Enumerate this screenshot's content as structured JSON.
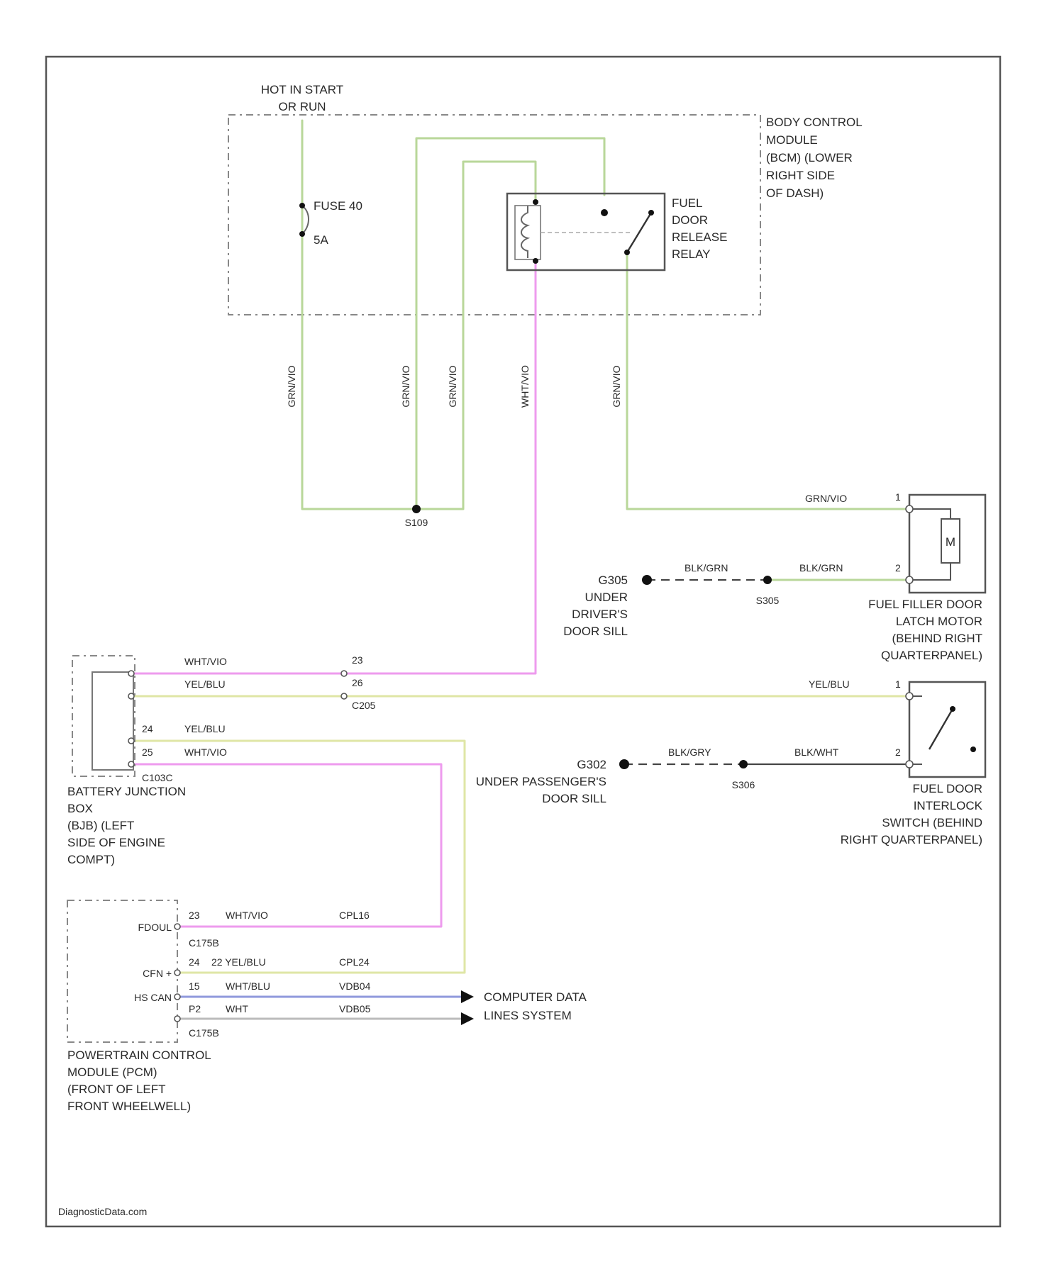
{
  "colors": {
    "green_wire": "#b9d79a",
    "pink_wire": "#ee9bee",
    "yellow_wire": "#dfe6a6",
    "blue_wire": "#8f99dc",
    "gray_wire": "#bbbbbb",
    "frame": "#555555"
  },
  "top": {
    "hot_label_line1": "HOT IN START",
    "hot_label_line2": "OR RUN",
    "fuse_name": "FUSE 40",
    "fuse_rating": "5A"
  },
  "bcm": {
    "line1": "BODY CONTROL",
    "line2": "MODULE",
    "line3": "(BCM) (LOWER",
    "line4": "RIGHT SIDE",
    "line5": "OF DASH)"
  },
  "relay": {
    "line1": "FUEL",
    "line2": "DOOR",
    "line3": "RELEASE",
    "line4": "RELAY"
  },
  "wires": {
    "vertical": [
      "GRN/VIO",
      "GRN/VIO",
      "GRN/VIO",
      "WHT/VIO",
      "GRN/VIO"
    ],
    "motor_feed": "GRN/VIO",
    "motor_ground_a": "BLK/GRN",
    "motor_ground_b": "BLK/GRN",
    "bjb_wht": "WHT/VIO",
    "bjb_yel": "YEL/BLU",
    "switch_yel": "YEL/BLU",
    "bjb_yel_2": "YEL/BLU",
    "bjb_wht_2": "WHT/VIO",
    "switch_gnd_a": "BLK/GRY",
    "switch_gnd_b": "BLK/WHT",
    "pcm_wht": "WHT/VIO",
    "pcm_yel": "22 YEL/BLU",
    "pcm_blu": "WHT/BLU",
    "pcm_wht2": "WHT"
  },
  "splice": "S109",
  "motor": {
    "pin1": "1",
    "pin2": "2",
    "symbol": "M",
    "line1": "FUEL FILLER DOOR",
    "line2": "LATCH MOTOR",
    "line3": "(BEHIND RIGHT",
    "line4": "QUARTERPANEL)"
  },
  "ground_g305": {
    "id": "G305",
    "line1": "UNDER",
    "line2": "DRIVER'S",
    "line3": "DOOR SILL",
    "splice": "S305"
  },
  "bjb": {
    "pin_a": "23",
    "pin_b": "26",
    "connector_a": "C205",
    "pin_c": "24",
    "pin_d": "25",
    "connector_b": "C103C",
    "line1": "BATTERY JUNCTION",
    "line2": "BOX",
    "line3": "(BJB) (LEFT",
    "line4": "SIDE OF ENGINE",
    "line5": "COMPT)"
  },
  "switch": {
    "pin1": "1",
    "pin2": "2",
    "line1": "FUEL DOOR",
    "line2": "INTERLOCK",
    "line3": "SWITCH (BEHIND",
    "line4": "RIGHT QUARTERPANEL)"
  },
  "ground_g302": {
    "id": "G302",
    "line1": "UNDER PASSENGER'S",
    "line2": "DOOR SILL",
    "splice": "S306"
  },
  "pcm": {
    "pin_fdoul": "FDOUL",
    "pin_num_a": "23",
    "conn_a": "C175B",
    "pin_cfn": "CFN +",
    "pin_hs": "HS CAN",
    "pin_num_b": "24",
    "pin_num_c": "15",
    "pin_num_d": "P2",
    "conn_b": "C175B",
    "code_a": "CPL16",
    "code_b": "CPL24",
    "code_c": "VDB04",
    "code_d": "VDB05",
    "line1": "POWERTRAIN CONTROL",
    "line2": "MODULE (PCM)",
    "line3": "(FRONT OF LEFT",
    "line4": "FRONT WHEELWELL)"
  },
  "computer_data": {
    "line1": "COMPUTER DATA",
    "line2": "LINES SYSTEM"
  },
  "footer": "DiagnosticData.com"
}
